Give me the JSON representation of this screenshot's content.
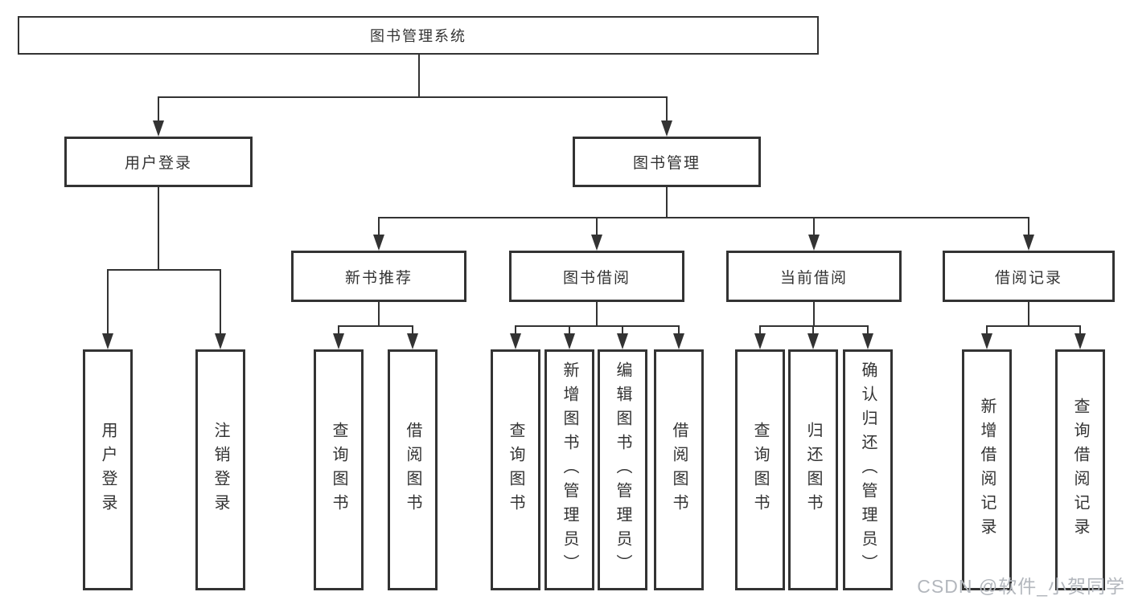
{
  "diagram": {
    "root": {
      "label": "图书管理系统"
    },
    "branches": [
      {
        "label": "用户登录",
        "children": [
          {
            "label": "用户登录"
          },
          {
            "label": "注销登录"
          }
        ]
      },
      {
        "label": "图书管理",
        "sections": [
          {
            "label": "新书推荐",
            "children": [
              {
                "label": "查询图书"
              },
              {
                "label": "借阅图书"
              }
            ]
          },
          {
            "label": "图书借阅",
            "children": [
              {
                "label": "查询图书"
              },
              {
                "label": "新增图书（管理员）"
              },
              {
                "label": "编辑图书（管理员）"
              },
              {
                "label": "借阅图书"
              }
            ]
          },
          {
            "label": "当前借阅",
            "children": [
              {
                "label": "查询图书"
              },
              {
                "label": "归还图书"
              },
              {
                "label": "确认归还（管理员）"
              }
            ]
          },
          {
            "label": "借阅记录",
            "children": [
              {
                "label": "新增借阅记录"
              },
              {
                "label": "查询借阅记录"
              }
            ]
          }
        ]
      }
    ]
  },
  "watermark": {
    "text": "CSDN @软件_小贺同学"
  },
  "colors": {
    "line": "#333333",
    "text": "#333333",
    "background": "#ffffff",
    "watermark": "#b3b7bd"
  }
}
